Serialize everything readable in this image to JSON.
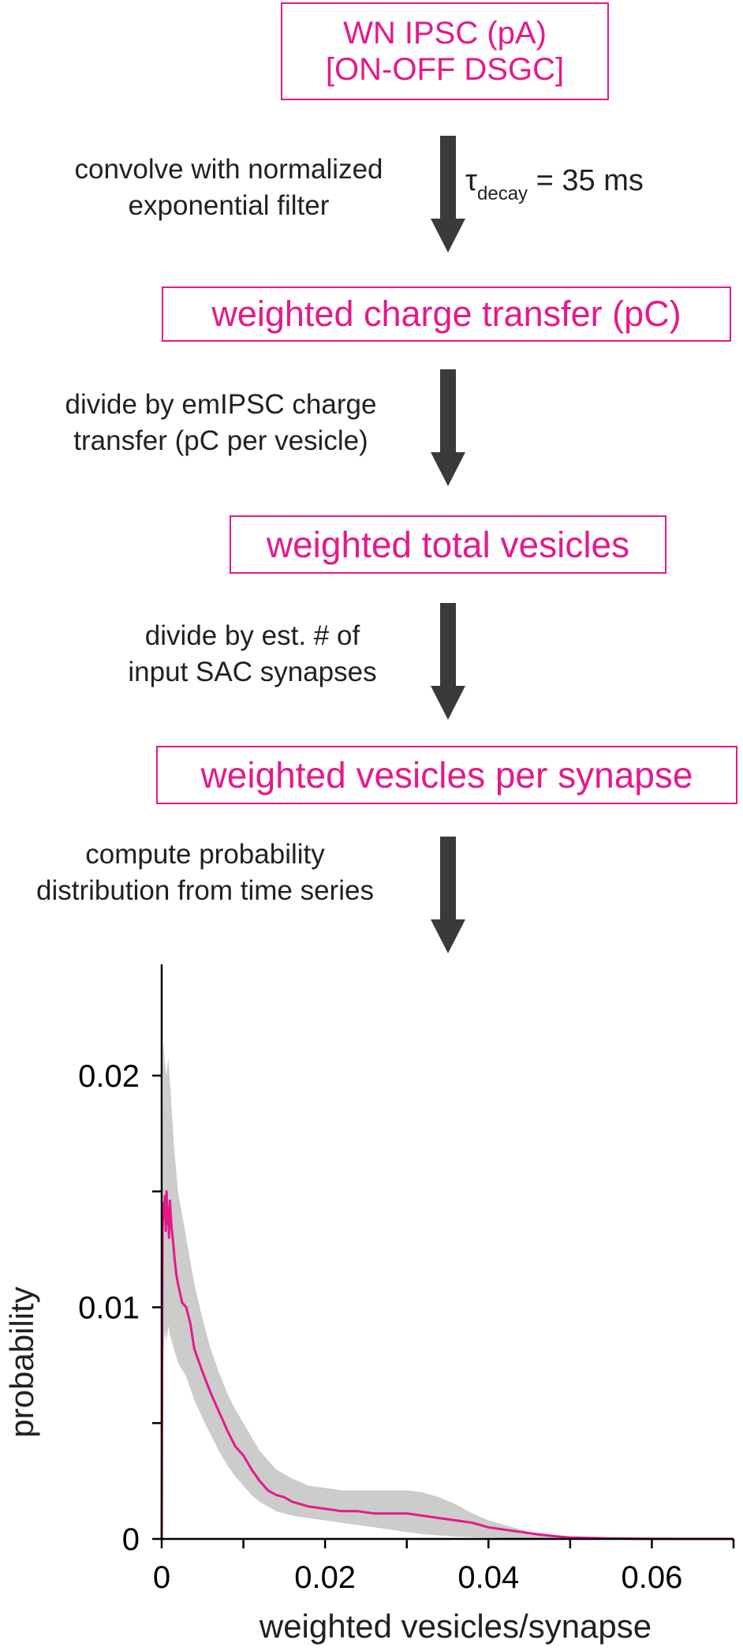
{
  "flow": {
    "box1": {
      "line1": "WN IPSC (pA)",
      "line2": "[ON-OFF DSGC]"
    },
    "step1": {
      "line1": "convolve with normalized",
      "line2": "exponential filter"
    },
    "tau": {
      "symbol": "τ",
      "subscript": "decay",
      "value": " = 35 ms"
    },
    "box2": "weighted charge transfer (pC)",
    "step2": {
      "line1": "divide by emIPSC charge",
      "line2": "transfer (pC per vesicle)"
    },
    "box3": "weighted total vesicles",
    "step3": {
      "line1": "divide by est. # of",
      "line2": "input SAC synapses"
    },
    "box4": "weighted vesicles per synapse",
    "step4": {
      "line1": "compute probability",
      "line2": "distribution from time series"
    }
  },
  "colors": {
    "accent": "#e5198a",
    "arrow": "#3a3a3a",
    "band": "#cccccc",
    "text": "#231f20"
  },
  "chart_data": {
    "type": "line",
    "xlabel": "weighted vesicles/synapse",
    "ylabel": "probability",
    "xlim": [
      0,
      0.07
    ],
    "ylim": [
      0,
      0.0248
    ],
    "xticks": [
      0,
      0.01,
      0.02,
      0.03,
      0.04,
      0.05,
      0.06,
      0.07
    ],
    "xticklabels": [
      "0",
      "",
      "0.02",
      "",
      "0.04",
      "",
      "0.06",
      ""
    ],
    "yticks": [
      0,
      0.005,
      0.01,
      0.015,
      0.02
    ],
    "yticklabels": [
      "0",
      "",
      "0.01",
      "",
      "0.02"
    ],
    "series": [
      {
        "role": "mean",
        "color": "#e5198a",
        "x": [
          0,
          0.0001,
          0.0002,
          0.0003,
          0.0004,
          0.0005,
          0.0006,
          0.0007,
          0.0008,
          0.0009,
          0.001,
          0.0012,
          0.0014,
          0.0016,
          0.0018,
          0.002,
          0.0025,
          0.003,
          0.0035,
          0.004,
          0.005,
          0.006,
          0.007,
          0.008,
          0.009,
          0.01,
          0.011,
          0.012,
          0.013,
          0.014,
          0.015,
          0.016,
          0.018,
          0.02,
          0.022,
          0.024,
          0.026,
          0.028,
          0.03,
          0.032,
          0.034,
          0.036,
          0.038,
          0.04,
          0.042,
          0.044,
          0.046,
          0.048,
          0.05,
          0.055,
          0.06,
          0.065,
          0.07
        ],
        "y": [
          0.0,
          0.0132,
          0.0145,
          0.0138,
          0.0148,
          0.0133,
          0.015,
          0.0136,
          0.0143,
          0.013,
          0.0146,
          0.0135,
          0.0128,
          0.012,
          0.0114,
          0.011,
          0.0102,
          0.01,
          0.0093,
          0.0082,
          0.0072,
          0.0063,
          0.0055,
          0.0047,
          0.004,
          0.0036,
          0.003,
          0.0025,
          0.0021,
          0.0019,
          0.0018,
          0.0016,
          0.0014,
          0.0013,
          0.0012,
          0.0012,
          0.0011,
          0.0011,
          0.0011,
          0.001,
          0.0009,
          0.0008,
          0.0007,
          0.0005,
          0.0004,
          0.0003,
          0.0002,
          0.00012,
          6e-05,
          2e-05,
          5e-06,
          0.0,
          0.0
        ]
      },
      {
        "role": "band-upper",
        "color": "#cccccc",
        "x": [
          0,
          0.0002,
          0.0004,
          0.0006,
          0.0008,
          0.001,
          0.0015,
          0.002,
          0.003,
          0.004,
          0.005,
          0.006,
          0.007,
          0.008,
          0.009,
          0.01,
          0.011,
          0.012,
          0.014,
          0.016,
          0.018,
          0.02,
          0.022,
          0.024,
          0.026,
          0.028,
          0.03,
          0.032,
          0.034,
          0.036,
          0.038,
          0.04,
          0.042,
          0.045,
          0.05,
          0.055,
          0.06,
          0.065,
          0.07
        ],
        "y": [
          0.0,
          0.0215,
          0.0205,
          0.02,
          0.0208,
          0.0198,
          0.017,
          0.015,
          0.013,
          0.011,
          0.0095,
          0.0082,
          0.0072,
          0.0063,
          0.0056,
          0.005,
          0.0044,
          0.0038,
          0.003,
          0.0026,
          0.0023,
          0.0022,
          0.0021,
          0.0021,
          0.0021,
          0.0021,
          0.0021,
          0.002,
          0.0018,
          0.0015,
          0.0011,
          0.0008,
          0.0006,
          0.0003,
          0.0001,
          3e-05,
          8e-06,
          0.0,
          0.0
        ]
      },
      {
        "role": "band-lower",
        "color": "#cccccc",
        "x": [
          0,
          0.0002,
          0.0004,
          0.0006,
          0.0008,
          0.001,
          0.0015,
          0.002,
          0.003,
          0.004,
          0.005,
          0.006,
          0.007,
          0.008,
          0.009,
          0.01,
          0.011,
          0.012,
          0.014,
          0.016,
          0.018,
          0.02,
          0.022,
          0.024,
          0.026,
          0.028,
          0.03,
          0.032,
          0.034,
          0.036,
          0.038,
          0.04,
          0.042,
          0.045,
          0.05,
          0.055,
          0.06,
          0.065,
          0.07
        ],
        "y": [
          0.0,
          0.008,
          0.009,
          0.0085,
          0.0092,
          0.0088,
          0.0082,
          0.0076,
          0.007,
          0.006,
          0.0052,
          0.0045,
          0.0038,
          0.0032,
          0.0027,
          0.0023,
          0.0019,
          0.0016,
          0.0012,
          0.001,
          0.0009,
          0.0008,
          0.0007,
          0.0006,
          0.0005,
          0.0004,
          0.0003,
          0.0002,
          0.00015,
          0.0001,
          7e-05,
          5e-05,
          3e-05,
          1e-05,
          3e-06,
          0.0,
          0.0,
          0.0,
          0.0
        ]
      }
    ]
  }
}
